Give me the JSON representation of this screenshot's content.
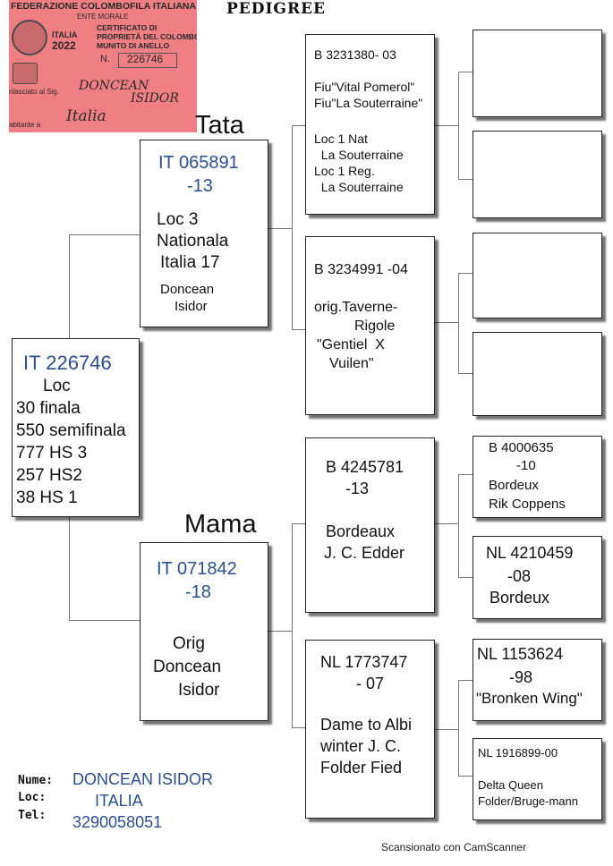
{
  "certificate": {
    "federation": "FEDERAZIONE COLOMBOFILA ITALIANA",
    "ente": "ENTE MORALE",
    "country": "ITALIA",
    "year": "2022",
    "cert_line1": "CERTIFICATO DI",
    "cert_line2": "PROPRIETÀ DEL COLOMBO",
    "cert_line3": "MUNITO DI ANELLO",
    "number_label": "N.",
    "number": "226746",
    "issued_label": "rilasciato al Sig.",
    "owner_line1": "DONCEAN",
    "owner_line2": "ISIDOR",
    "resident_label": "abitante a",
    "resident": "Italia"
  },
  "title": "PEDIGREE",
  "bird": {
    "ring": "IT 226746",
    "lines": [
      "Loc",
      "30 finala",
      "550 semifinala",
      "777 HS 3",
      "257 HS2",
      "38 HS 1"
    ]
  },
  "father": {
    "heading": "Tata",
    "ring_line1": "IT 065891",
    "ring_line2": "-13",
    "lines": [
      "Loc 3",
      "Nationala",
      "Italia 17"
    ],
    "owner_line1": "Doncean",
    "owner_line2": "Isidor"
  },
  "mother": {
    "heading": "Mama",
    "ring_line1": "IT 071842",
    "ring_line2": "-18",
    "lines": [
      "Orig",
      "Doncean",
      "Isidor"
    ]
  },
  "ff": {
    "ring": "B 3231380- 03",
    "lines": [
      "Fiu\"Vital Pomerol\"",
      "Fiu\"La Souterraine\"",
      "",
      "Loc 1 Nat",
      "  La Souterraine",
      "Loc 1 Reg.",
      "  La Souterraine"
    ]
  },
  "fm": {
    "ring": "B 3234991 -04",
    "lines": [
      "orig.Taverne-",
      "Rigole",
      "\"Gentiel  X",
      "Vuilen\""
    ]
  },
  "mf": {
    "ring_line1": "B 4245781",
    "ring_line2": "-13",
    "lines": [
      "Bordeaux",
      "J. C. Edder"
    ]
  },
  "mm": {
    "ring_line1": "NL 1773747",
    "ring_line2": "- 07",
    "lines": [
      "Dame to Albi",
      "winter J. C.",
      "Folder Fied"
    ]
  },
  "mff": {
    "lines": [
      "B 4000635",
      "-10",
      "Bordeux",
      "Rik Coppens"
    ]
  },
  "mfm": {
    "lines": [
      "NL 4210459",
      "-08",
      "Bordeux"
    ]
  },
  "mmf": {
    "lines": [
      "NL 1153624",
      "-98",
      "\"Bronken Wing\""
    ]
  },
  "mmm": {
    "lines": [
      "NL 1916899-00",
      "Delta Queen",
      "Folder/Bruge-mann"
    ]
  },
  "contact": {
    "name_label": "Nume:",
    "loc_label": "Loc:",
    "tel_label": "Tel:",
    "name": "DONCEAN ISIDOR",
    "loc": "ITALIA",
    "tel": "3290058051"
  },
  "footer": "Scansionato con CamScanner"
}
